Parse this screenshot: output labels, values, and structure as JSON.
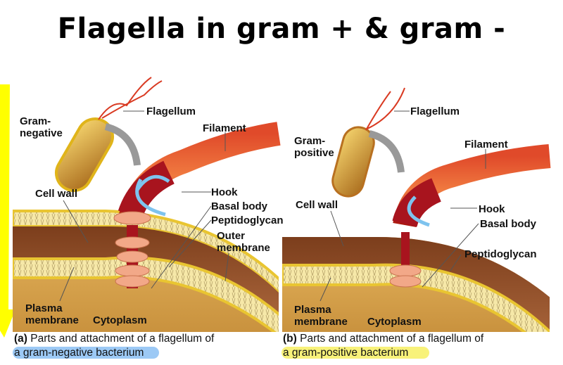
{
  "title": "Flagella in gram + & gram -",
  "panel_a": {
    "cell_type": [
      "Gram-",
      "negative"
    ],
    "labels": {
      "flagellum": "Flagellum",
      "filament": "Filament",
      "hook": "Hook",
      "basal_body": "Basal body",
      "peptidoglycan": "Peptidoglycan",
      "outer_membrane": [
        "Outer",
        "membrane"
      ],
      "cell_wall": "Cell wall",
      "plasma_membrane": [
        "Plasma",
        "membrane"
      ],
      "cytoplasm": "Cytoplasm"
    },
    "caption_prefix": "(a)",
    "caption_line1": "Parts and attachment of a flagellum of",
    "caption_line2": "a gram-negative bacterium"
  },
  "panel_b": {
    "cell_type": [
      "Gram-",
      "positive"
    ],
    "labels": {
      "flagellum": "Flagellum",
      "filament": "Filament",
      "hook": "Hook",
      "basal_body": "Basal body",
      "peptidoglycan": "Peptidoglycan",
      "cell_wall": "Cell wall",
      "plasma_membrane": [
        "Plasma",
        "membrane"
      ],
      "cytoplasm": "Cytoplasm"
    },
    "caption_prefix": "(b)",
    "caption_line1": "Parts and attachment of a flagellum of",
    "caption_line2": "a gram-positive bacterium"
  },
  "colors": {
    "highlight_a": "#9cc9f5",
    "highlight_b": "#f8f27a",
    "flagellum": "#c0201a",
    "membrane": "#f1d23a",
    "peptidoglycan": "#8a4a25"
  }
}
